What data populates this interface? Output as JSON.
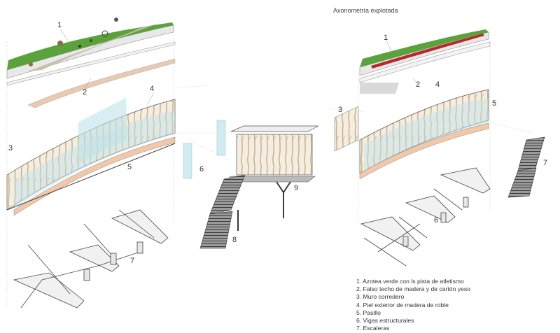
{
  "title": "Axonometría explotada",
  "legend": [
    "1. Azotea verde con ls pista de atletismo",
    "2. Falso techo de madera y de cartón yeso",
    "3. Muro corredero",
    "4. Piel exterior de madera de roble",
    "5. Pasillo",
    "6. Vigas estructurales",
    "7. Escaleras"
  ],
  "left_labels": [
    "1",
    "2",
    "3",
    "4",
    "5",
    "6",
    "7",
    "8",
    "9"
  ],
  "right_labels": [
    "1",
    "2",
    "3",
    "4",
    "5",
    "6",
    "7"
  ],
  "colors": {
    "grass": "#5aa33c",
    "track": "#b9282d",
    "wood": "#c8ad85",
    "glass": "#bfe3ea",
    "floor": "#f2c9a8",
    "steel": "#3a3a3a"
  }
}
